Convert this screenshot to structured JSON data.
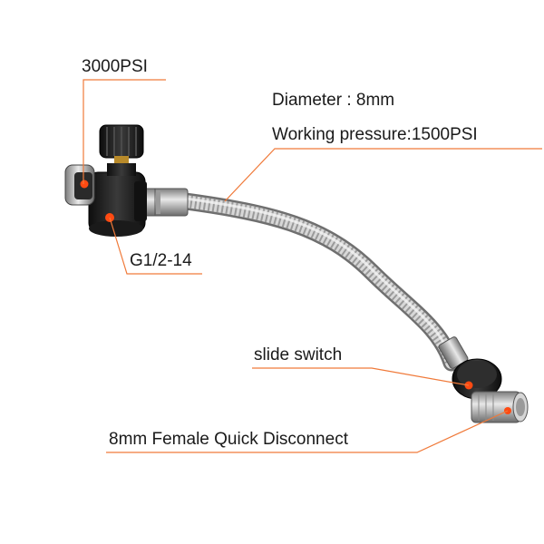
{
  "labels": {
    "pressure_rating": "3000PSI",
    "diameter": "Diameter : 8mm",
    "working_pressure": "Working pressure:1500PSI",
    "thread": "G1/2-14",
    "slide_switch": "slide switch",
    "quick_disconnect": "8mm Female Quick Disconnect"
  },
  "colors": {
    "leader_line": "#f07a3a",
    "marker_dot": "#ff4a12",
    "hose_braid": "#c9c9c9",
    "fitting_metal": "#bdbdbd",
    "body_black": "#1e1e1e"
  }
}
